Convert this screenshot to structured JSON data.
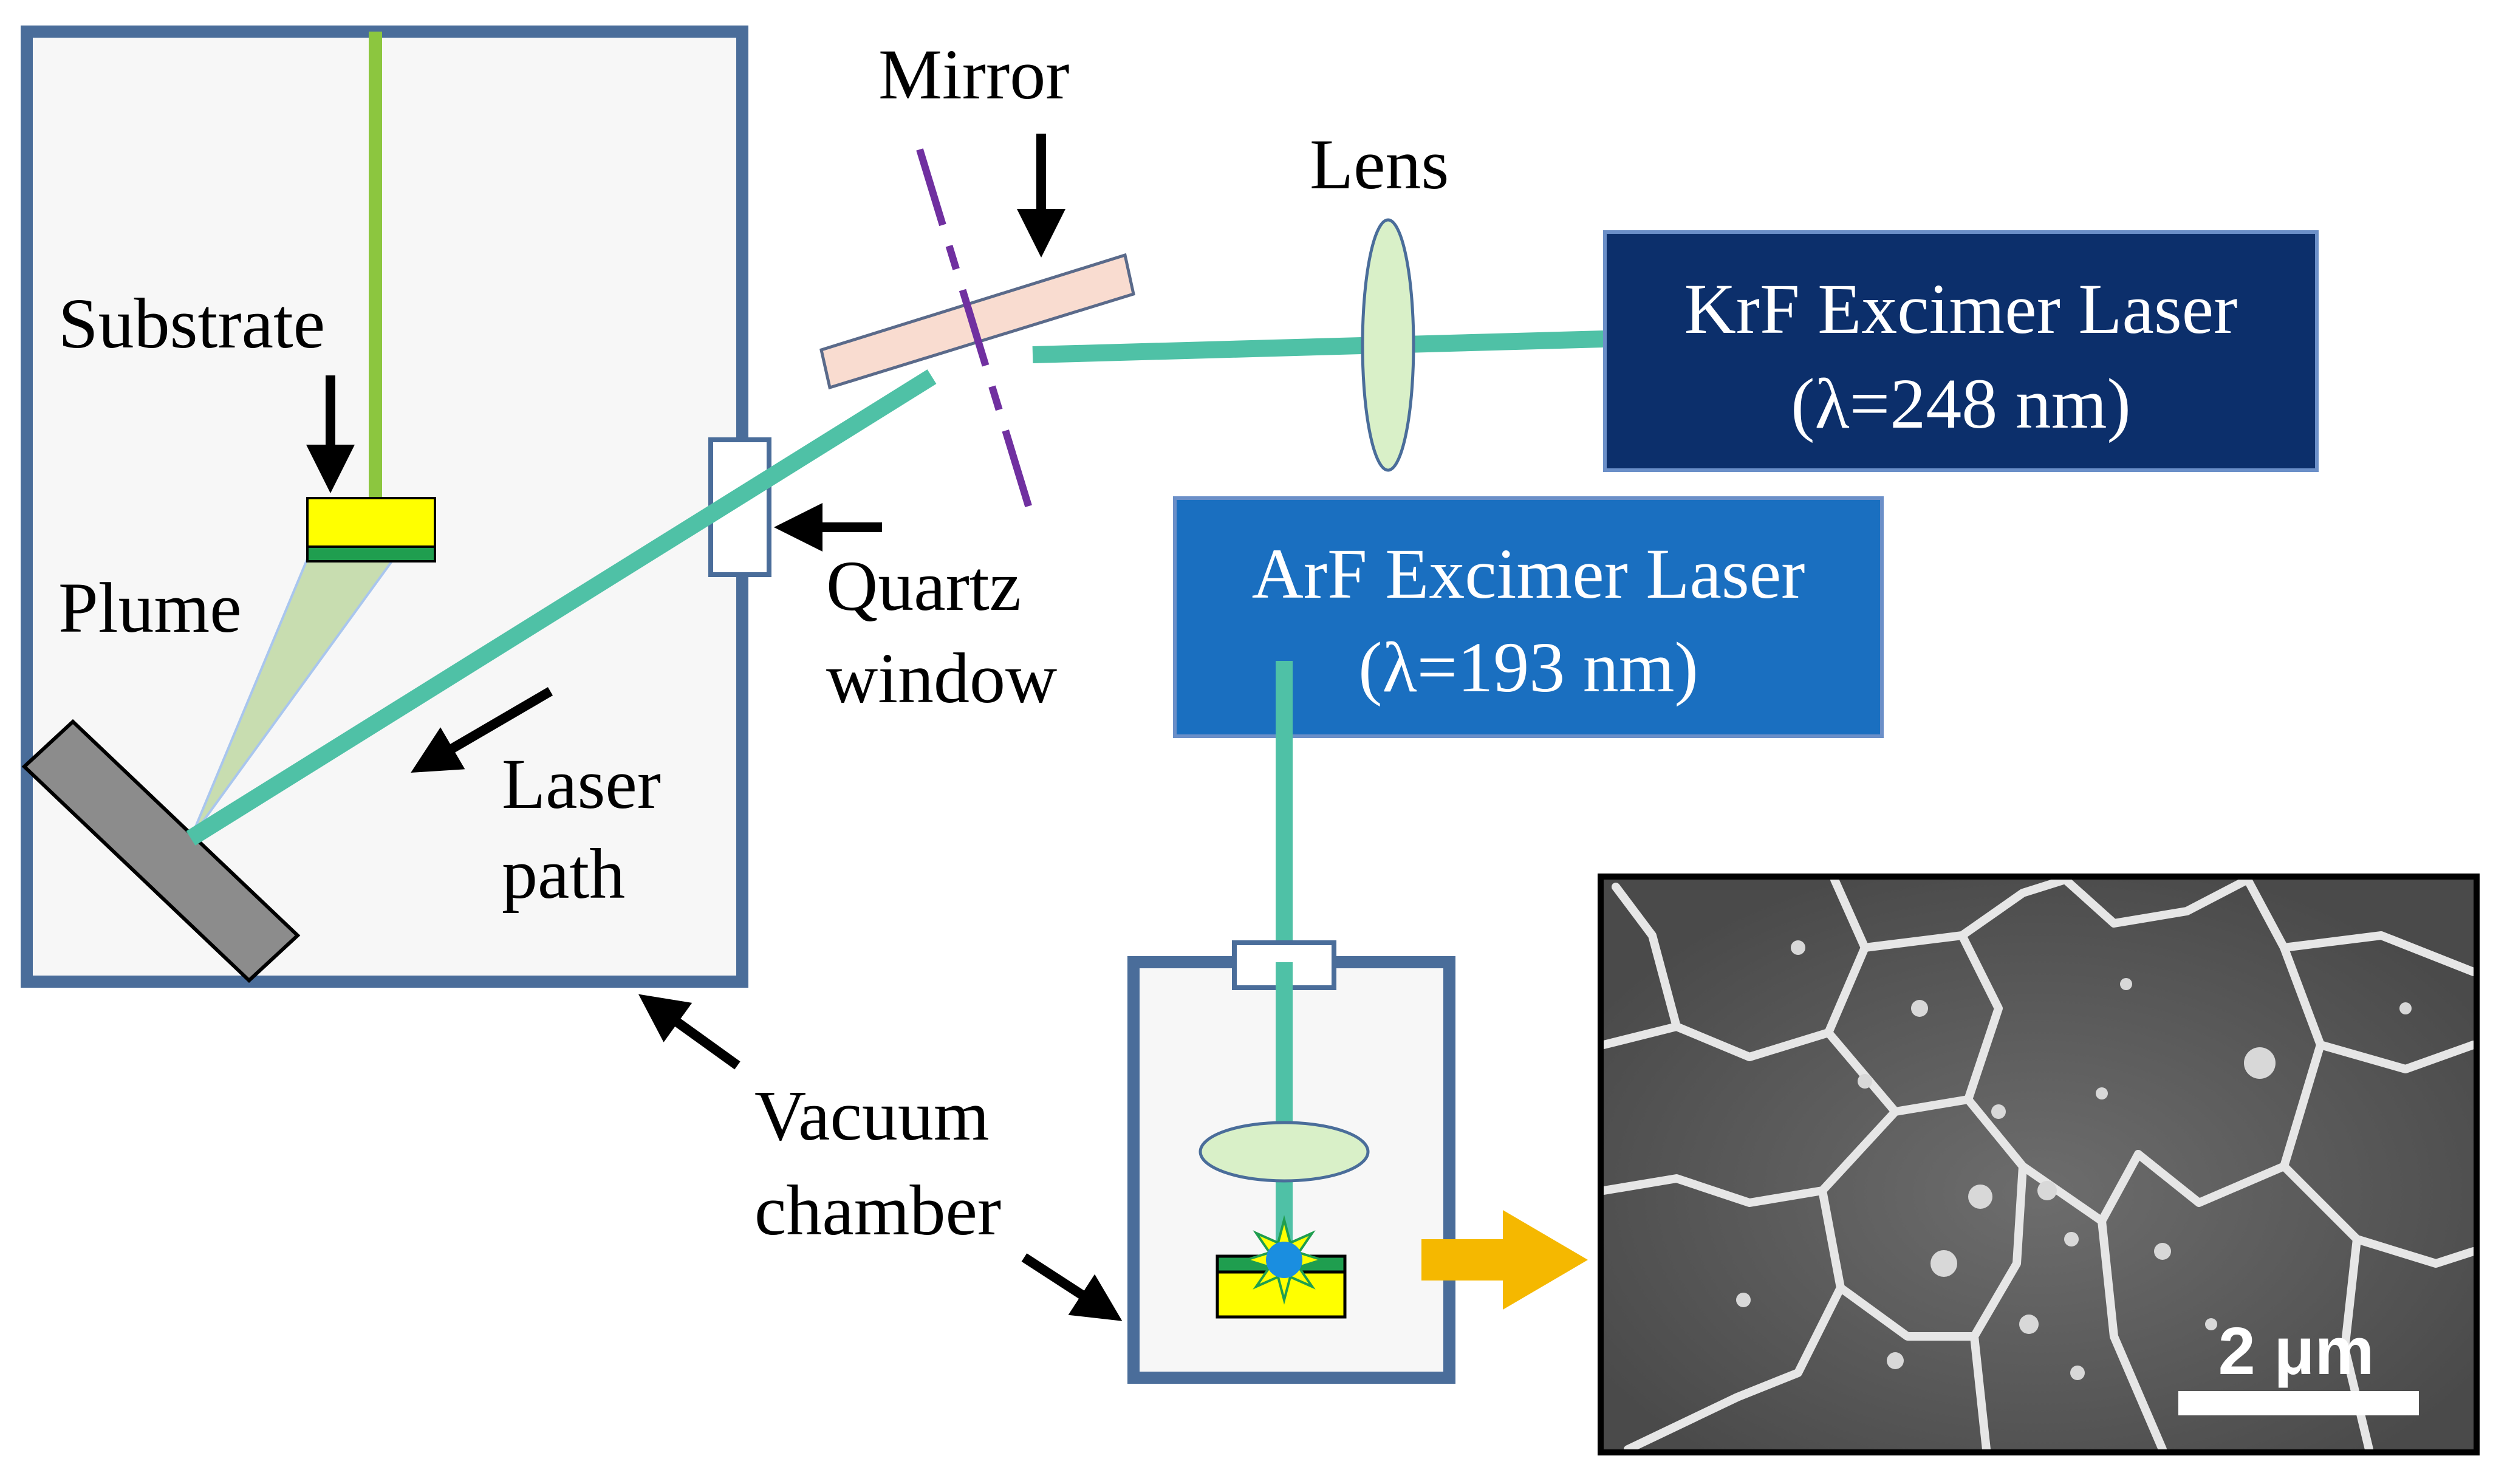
{
  "labels": {
    "substrate": "Substrate",
    "plume": "Plume",
    "laser_path_line1": "Laser",
    "laser_path_line2": "path",
    "mirror": "Mirror",
    "lens": "Lens",
    "quartz_line1": "Quartz",
    "quartz_line2": "window",
    "vacuum_line1": "Vacuum",
    "vacuum_line2": "chamber"
  },
  "lasers": {
    "krf": {
      "name": "KrF Excimer Laser",
      "wavelength": "(λ=248 nm)",
      "fill": "#0c2f6b"
    },
    "arf": {
      "name": "ArF Excimer Laser",
      "wavelength": "(λ=193 nm)",
      "fill": "#1a6fc0"
    }
  },
  "micrograph": {
    "scale_bar": "2 μm"
  },
  "colors": {
    "chamber_border": "#4a6d9a",
    "beam": "#4fc1a6",
    "substrate_yellow": "#ffff00",
    "substrate_green": "#1f9e4f",
    "mirror_fill": "#f9dcd0",
    "lens_fill": "#d9f0c8",
    "target_gray": "#8c8c8c",
    "output_arrow": "#f5b800"
  }
}
